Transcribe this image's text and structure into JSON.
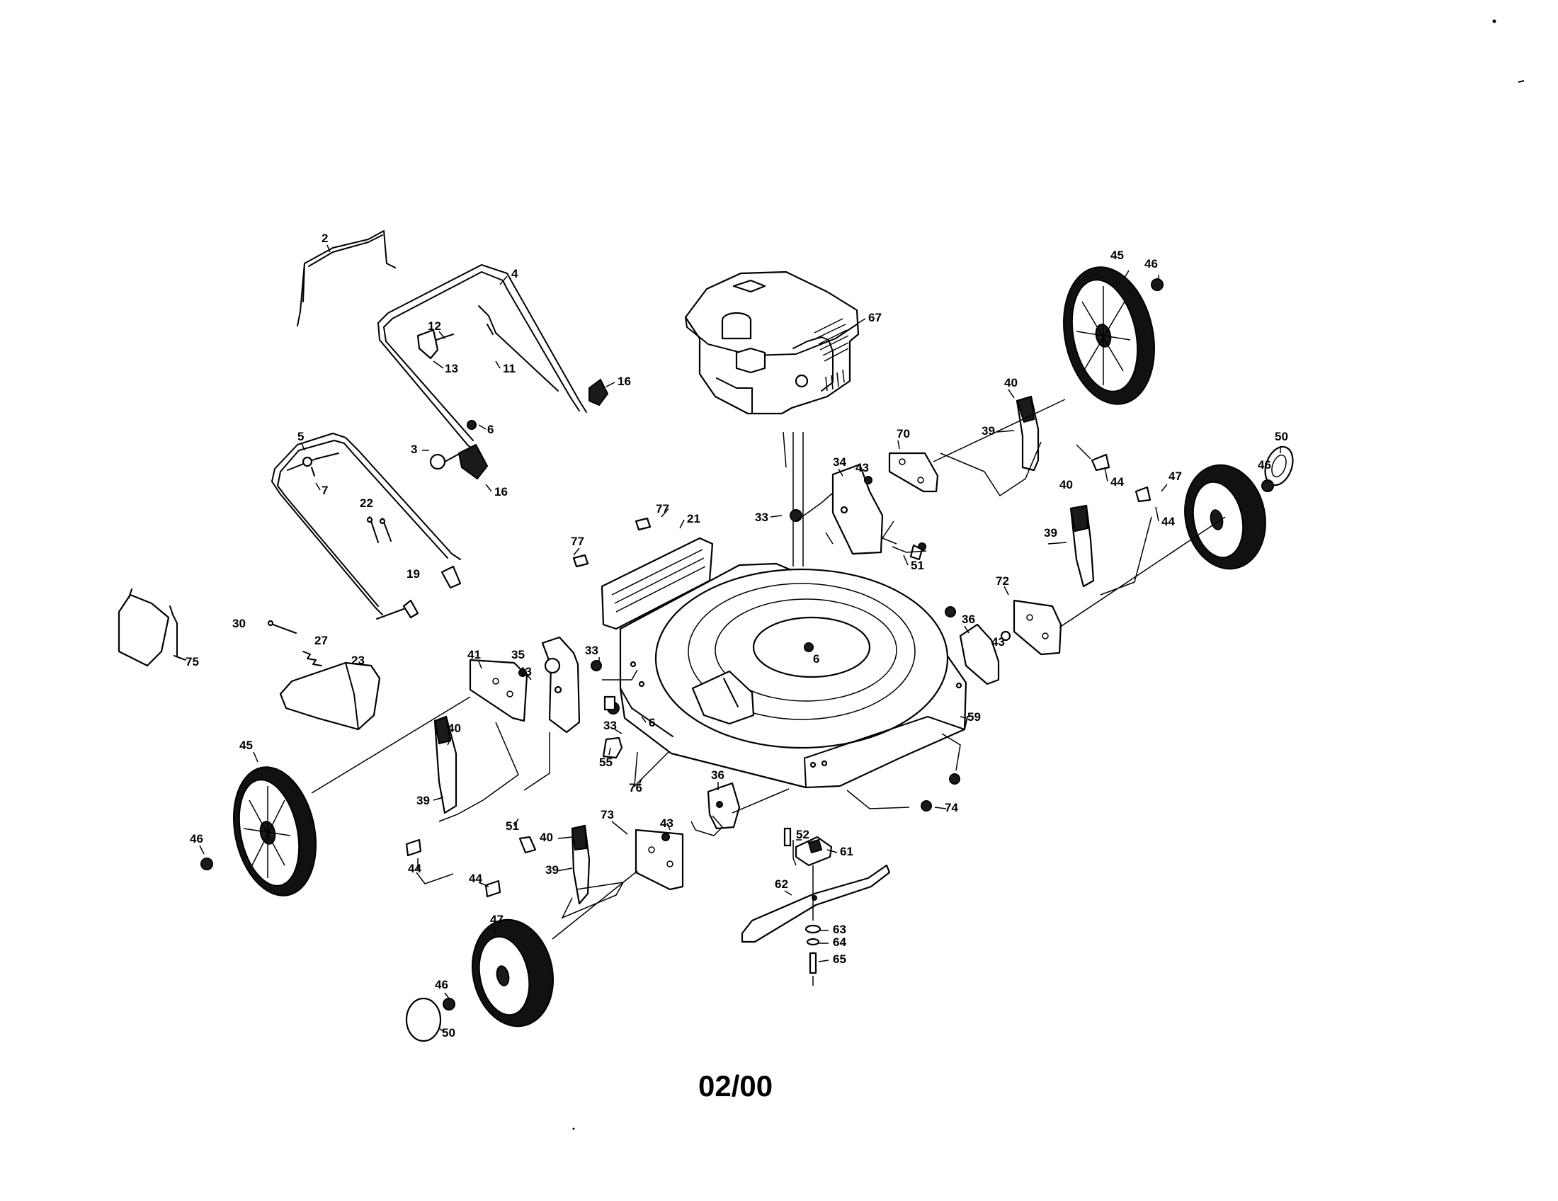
{
  "callouts": [
    {
      "id": "c2",
      "text": "2"
    },
    {
      "id": "c4",
      "text": "4"
    },
    {
      "id": "c12",
      "text": "12"
    },
    {
      "id": "c13",
      "text": "13"
    },
    {
      "id": "c11",
      "text": "11"
    },
    {
      "id": "c16a",
      "text": "16"
    },
    {
      "id": "c6a",
      "text": "6"
    },
    {
      "id": "c3",
      "text": "3"
    },
    {
      "id": "c16b",
      "text": "16"
    },
    {
      "id": "c5",
      "text": "5"
    },
    {
      "id": "c7",
      "text": "7"
    },
    {
      "id": "c22",
      "text": "22"
    },
    {
      "id": "c19",
      "text": "19"
    },
    {
      "id": "c30",
      "text": "30"
    },
    {
      "id": "c27",
      "text": "27"
    },
    {
      "id": "c23",
      "text": "23"
    },
    {
      "id": "c75",
      "text": "75"
    },
    {
      "id": "c67",
      "text": "67"
    },
    {
      "id": "c45a",
      "text": "45"
    },
    {
      "id": "c46a",
      "text": "46"
    },
    {
      "id": "c40a",
      "text": "40"
    },
    {
      "id": "c39a",
      "text": "39"
    },
    {
      "id": "c70",
      "text": "70"
    },
    {
      "id": "c34",
      "text": "34"
    },
    {
      "id": "c43a",
      "text": "43"
    },
    {
      "id": "c44a",
      "text": "44"
    },
    {
      "id": "c50a",
      "text": "50"
    },
    {
      "id": "c46b",
      "text": "46"
    },
    {
      "id": "c47a",
      "text": "47"
    },
    {
      "id": "c44b",
      "text": "44"
    },
    {
      "id": "c40b",
      "text": "40"
    },
    {
      "id": "c39b",
      "text": "39"
    },
    {
      "id": "c33a",
      "text": "33"
    },
    {
      "id": "c51a",
      "text": "51"
    },
    {
      "id": "c77a",
      "text": "77"
    },
    {
      "id": "c21",
      "text": "21"
    },
    {
      "id": "c77b",
      "text": "77"
    },
    {
      "id": "c72",
      "text": "72"
    },
    {
      "id": "c36a",
      "text": "36"
    },
    {
      "id": "c43b",
      "text": "43"
    },
    {
      "id": "c6b",
      "text": "6"
    },
    {
      "id": "c59",
      "text": "59"
    },
    {
      "id": "c41",
      "text": "41"
    },
    {
      "id": "c35",
      "text": "35"
    },
    {
      "id": "c43c",
      "text": "43"
    },
    {
      "id": "c33b",
      "text": "33"
    },
    {
      "id": "c33c",
      "text": "33"
    },
    {
      "id": "c6c",
      "text": "6"
    },
    {
      "id": "c55",
      "text": "55"
    },
    {
      "id": "c76",
      "text": "76"
    },
    {
      "id": "c40c",
      "text": "40"
    },
    {
      "id": "c39c",
      "text": "39"
    },
    {
      "id": "c45b",
      "text": "45"
    },
    {
      "id": "c46c",
      "text": "46"
    },
    {
      "id": "c44c",
      "text": "44"
    },
    {
      "id": "c51b",
      "text": "51"
    },
    {
      "id": "c36b",
      "text": "36"
    },
    {
      "id": "c43d",
      "text": "43"
    },
    {
      "id": "c73",
      "text": "73"
    },
    {
      "id": "c40d",
      "text": "40"
    },
    {
      "id": "c39d",
      "text": "39"
    },
    {
      "id": "c44d",
      "text": "44"
    },
    {
      "id": "c74",
      "text": "74"
    },
    {
      "id": "c52",
      "text": "52"
    },
    {
      "id": "c61",
      "text": "61"
    },
    {
      "id": "c62",
      "text": "62"
    },
    {
      "id": "c63",
      "text": "63"
    },
    {
      "id": "c64",
      "text": "64"
    },
    {
      "id": "c65",
      "text": "65"
    },
    {
      "id": "c47b",
      "text": "47"
    },
    {
      "id": "c46d",
      "text": "46"
    },
    {
      "id": "c50b",
      "text": "50"
    }
  ],
  "footer": {
    "date_code": "02/00"
  }
}
